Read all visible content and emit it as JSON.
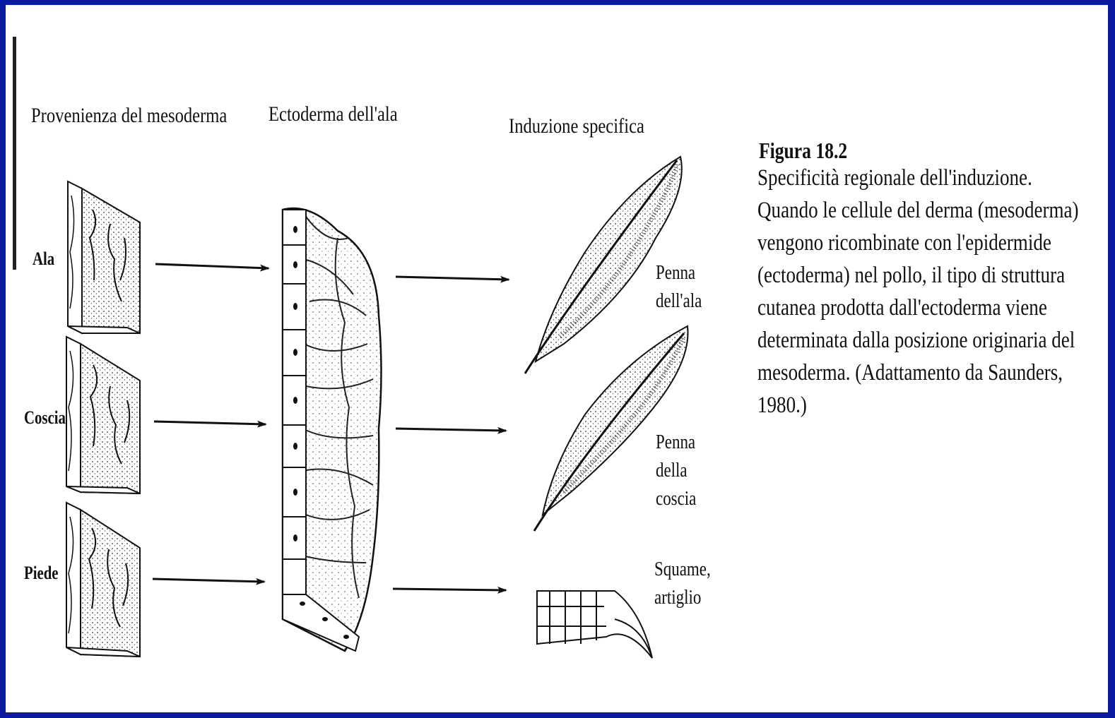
{
  "headers": {
    "mesoderm": "Provenienza del mesoderma",
    "ectoderm": "Ectoderma dell'ala",
    "induction": "Induzione specifica"
  },
  "rows": [
    {
      "source": "Ala",
      "result": "Penna\ndell'ala"
    },
    {
      "source": "Coscia",
      "result": "Penna\ndella\ncoscia"
    },
    {
      "source": "Piede",
      "result": "Squame,\nartiglio"
    }
  ],
  "caption": {
    "title": "Figura 18.2",
    "body": "Specificità regionale dell'induzione. Quando le cellule del derma (mesoderma) vengono ricombinate con l'epidermide (ectoderma) nel pollo, il tipo di struttura cutanea prodotta dall'ectoderma viene determinata dalla posizione originaria del mesoderma. (Adattamento da Saunders, 1980.)"
  },
  "colors": {
    "border": "#0a1aa0",
    "ink": "#111111",
    "paper": "#ffffff"
  },
  "icons": [
    "mesoderm-block-icon",
    "ectoderm-sheet-icon",
    "feather-icon",
    "claw-icon",
    "arrow-icon"
  ]
}
